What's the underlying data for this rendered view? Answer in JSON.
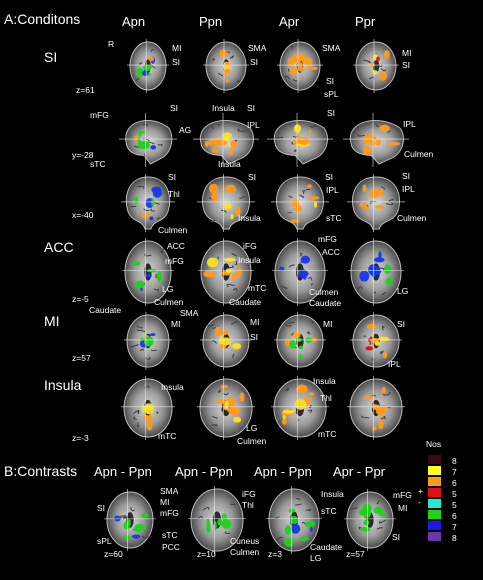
{
  "sections": {
    "a": "A:Conditons",
    "b": "B:Contrasts"
  },
  "columns_a": [
    "Apn",
    "Ppn",
    "Apr",
    "Ppr"
  ],
  "columns_b": [
    "Apn - Ppn",
    "Apn - Ppn",
    "Apn - Ppn",
    "Apr - Ppr"
  ],
  "rows": {
    "si": "SI",
    "acc": "ACC",
    "mi": "MI",
    "insula": "Insula"
  },
  "r_label": "R",
  "slices": {
    "si_axial": "z=61",
    "si_coronal": "y=-28",
    "si_sagittal": "x=-40",
    "acc": "z=-5",
    "mi": "z=57",
    "insula": "z=-3",
    "b1": "z=60",
    "b2": "z=10",
    "b3": "z=3",
    "b4": "z=57"
  },
  "labels": {
    "r1_apn_mi": "MI",
    "r1_apn_si": "SI",
    "r1_ppn_sma": "SMA",
    "r1_ppn_si": "SI",
    "r1_apr_sma": "SMA",
    "r1_apr_si": "SI",
    "r1_apr_spl": "sPL",
    "r1_ppr_mi": "MI",
    "r1_ppr_si": "SI",
    "r2_mfg": "mFG",
    "r2_si": "SI",
    "r2_ag": "AG",
    "r2_stc": "sTC",
    "r2_ppn_insula": "Insula",
    "r2_ppn_si": "SI",
    "r2_ppn_ipl": "IPL",
    "r2_ppn_insula2": "Insula",
    "r2_apr_si": "SI",
    "r2_ppr_ipl": "IPL",
    "r2_culmen": "Culmen",
    "r3_si": "SI",
    "r3_thl": "Thl",
    "r3_culmen": "Culmen",
    "r3_ppn_si": "SI",
    "r3_ppn_insula": "Insula",
    "r3_apr_si": "SI",
    "r3_apr_ipl": "IPL",
    "r3_apr_stc": "sTC",
    "r3_ppr_si": "SI",
    "r3_ppr_ipl": "IPL",
    "r3_ppr_culmen": "Culmen",
    "acc_acc": "ACC",
    "acc_mfg": "mFG",
    "acc_lg": "LG",
    "acc_culmen": "Culmen",
    "acc_ifg": "iFG",
    "acc_insula": "Insula",
    "acc_mtc": "mTC",
    "acc_caudate": "Caudate",
    "acc_apr_mfg": "mFG",
    "acc_apr_acc": "ACC",
    "acc_apr_culmen": "Culmen",
    "acc_apr_caudate": "Caudate",
    "acc_ppr_lg": "LG",
    "mi_caudate": "Caudate",
    "mi_mi": "MI",
    "mi_sma": "SMA",
    "mi_ppn_mi": "MI",
    "mi_ppn_si": "SI",
    "mi_apr_mi": "MI",
    "mi_ppr_si": "SI",
    "mi_ppr_ipl": "IPL",
    "ins_insula": "Insula",
    "ins_mtc": "mTC",
    "ins_lg": "LG",
    "ins_culmen": "Culmen",
    "ins_apr_insula": "Insula",
    "ins_apr_thl": "Thl",
    "ins_apr_mtc": "mTC",
    "b1_si": "SI",
    "b1_sma": "SMA",
    "b1_mi": "MI",
    "b1_mfg": "mFG",
    "b1_spl": "sPL",
    "b2_ifg": "iFG",
    "b2_thl": "Thl",
    "b2_stc": "sTC",
    "b2_pcc": "PCC",
    "b2_cuneus": "Cuneus",
    "b2_culmen": "Culmen",
    "b3_insula": "Insula",
    "b3_stc": "sTC",
    "b3_caudate": "Caudate",
    "b3_lg": "LG",
    "b4_mfg": "mFG",
    "b4_mi": "MI",
    "b4_si": "SI",
    "b4_plus": "+",
    "b4_minus": "-"
  },
  "legend": {
    "title": "Nos",
    "items": [
      {
        "num": "8",
        "color": "#3a0a14"
      },
      {
        "num": "7",
        "color": "#ffff1e"
      },
      {
        "num": "6",
        "color": "#ff9a1a"
      },
      {
        "num": "5",
        "color": "#e01010"
      },
      {
        "num": "5",
        "color": "#22e8d8"
      },
      {
        "num": "6",
        "color": "#1ed21e"
      },
      {
        "num": "7",
        "color": "#1818e8"
      },
      {
        "num": "8",
        "color": "#6a36a8"
      }
    ]
  },
  "colors": {
    "orange": "#ff9a1a",
    "yellow": "#ffe21e",
    "green": "#1ed21e",
    "blue": "#1838e8",
    "red": "#e01010"
  }
}
